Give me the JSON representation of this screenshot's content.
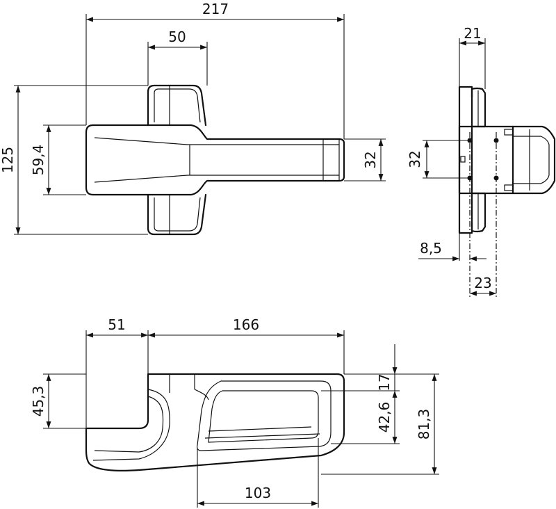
{
  "colors": {
    "line": "#111111",
    "background": "#ffffff"
  },
  "dimensions": {
    "top_width_overall": "217",
    "top_width_neck": "50",
    "left_height_overall": "125",
    "left_height_body": "59,4",
    "right_height_handle": "32",
    "side_width_top": "21",
    "side_height_holes": "32",
    "side_offset": "8,5",
    "side_width_bottom": "23",
    "bottom_width_left": "51",
    "bottom_width_main": "166",
    "bottom_height_left": "45,3",
    "bottom_height_top_right": "17",
    "bottom_height_mid_right": "42,6",
    "bottom_height_overall_right": "81,3",
    "bottom_width_recess": "103"
  }
}
